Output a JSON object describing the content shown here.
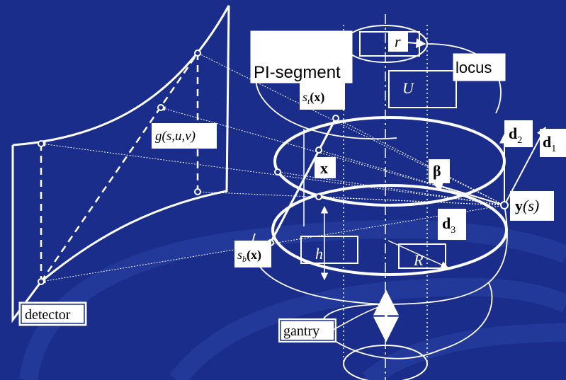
{
  "colors": {
    "background": "#1a2d8a",
    "background_light": "#2a44a8",
    "line": "#ffffff",
    "label_box": "#ffffff",
    "label_text": "#000000"
  },
  "labels": {
    "pi_segment": "PI-segment",
    "locus": "locus",
    "detector": "detector",
    "gantry": "gantry",
    "r": "r",
    "U": "U",
    "h": "h",
    "R": "R",
    "x": "x",
    "beta": "β",
    "y_main": "y",
    "y_arg": "(s)",
    "d": "d",
    "d1_sub": "1",
    "d2_sub": "2",
    "d3_sub": "3",
    "s": "s",
    "st_sub": "t",
    "sb_sub": "b",
    "s_arg": "(x)",
    "g_func": "g(s,u,v)"
  }
}
